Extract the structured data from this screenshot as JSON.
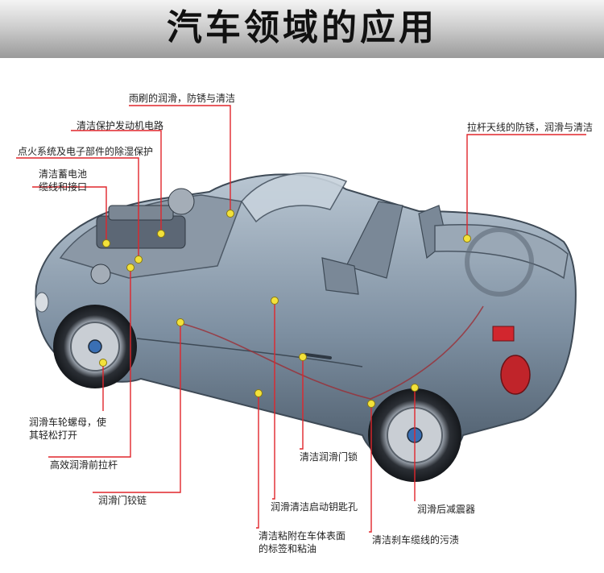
{
  "title": "汽车领域的应用",
  "colors": {
    "leader": "#e0262c",
    "dot": "#f3e23a",
    "car_body": "#6f8192",
    "header_dark": "#9a9a9a"
  },
  "labels": [
    {
      "id": "wiper",
      "lines": [
        "雨刷的润滑，防锈与清洁"
      ]
    },
    {
      "id": "engine-circuit",
      "lines": [
        "清洁保护发动机电路"
      ]
    },
    {
      "id": "ignition",
      "lines": [
        "点火系统及电子部件的除湿保护"
      ]
    },
    {
      "id": "battery",
      "lines": [
        "清洁蓄电池",
        "缆线和接口"
      ]
    },
    {
      "id": "antenna",
      "lines": [
        "拉杆天线的防锈，润滑与清洁"
      ]
    },
    {
      "id": "wheel-nut",
      "lines": [
        "润滑车轮螺母，使",
        "其轻松打开"
      ]
    },
    {
      "id": "front-lever",
      "lines": [
        "高效润滑前拉杆"
      ]
    },
    {
      "id": "door-hinge",
      "lines": [
        "润滑门铰链"
      ]
    },
    {
      "id": "door-lock",
      "lines": [
        "清洁润滑门锁"
      ]
    },
    {
      "id": "key-hole",
      "lines": [
        "润滑清洁启动钥匙孔"
      ]
    },
    {
      "id": "rear-damper",
      "lines": [
        "润滑后减震器"
      ]
    },
    {
      "id": "body-surface",
      "lines": [
        "清洁粘附在车体表面",
        "的标签和粘油"
      ]
    },
    {
      "id": "brake-cable",
      "lines": [
        "清洁刹车缆线的污渍"
      ]
    }
  ]
}
